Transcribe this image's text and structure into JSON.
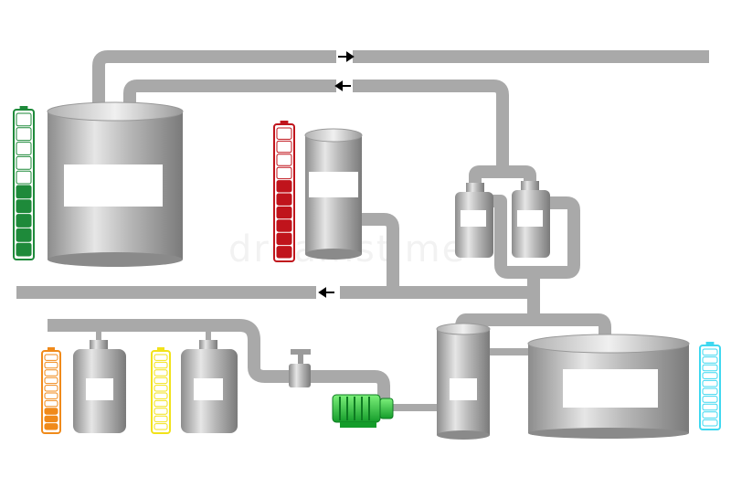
{
  "diagram": {
    "type": "industrial process plant schematic",
    "colors": {
      "background": "#ffffff",
      "pipe": "#a9a9a9",
      "level_green": "#1e8a3a",
      "level_red": "#c0141c",
      "level_orange": "#f08a1a",
      "level_yellow": "#f2e21a",
      "level_cyan": "#3fd8f0",
      "pump": "#22b536",
      "arrow": "#000000"
    },
    "tanks": [
      {
        "id": "storage-tank-left",
        "label": ""
      },
      {
        "id": "column-tank-center",
        "label": ""
      },
      {
        "id": "filter-small-left",
        "label": ""
      },
      {
        "id": "filter-small-right",
        "label": ""
      },
      {
        "id": "vessel-bottom-1",
        "label": ""
      },
      {
        "id": "vessel-bottom-2",
        "label": ""
      },
      {
        "id": "mixer-tank",
        "label": ""
      },
      {
        "id": "storage-tank-right",
        "label": ""
      }
    ],
    "level_indicators": [
      {
        "id": "level-green",
        "color": "green",
        "segments": 10,
        "filled": 5
      },
      {
        "id": "level-red",
        "color": "red",
        "segments": 10,
        "filled": 6
      },
      {
        "id": "level-orange",
        "color": "orange",
        "segments": 10,
        "filled": 3
      },
      {
        "id": "level-yellow",
        "color": "yellow",
        "segments": 10,
        "filled": 0
      },
      {
        "id": "level-cyan",
        "color": "cyan",
        "segments": 10,
        "filled": 0
      }
    ],
    "flow_arrows": [
      {
        "id": "arrow-out-top",
        "direction": "right"
      },
      {
        "id": "arrow-in-top",
        "direction": "left"
      },
      {
        "id": "arrow-in-middle",
        "direction": "left"
      }
    ],
    "equipment": [
      {
        "id": "pump",
        "icon": "pump-icon"
      },
      {
        "id": "valve",
        "icon": "valve-icon"
      }
    ]
  }
}
